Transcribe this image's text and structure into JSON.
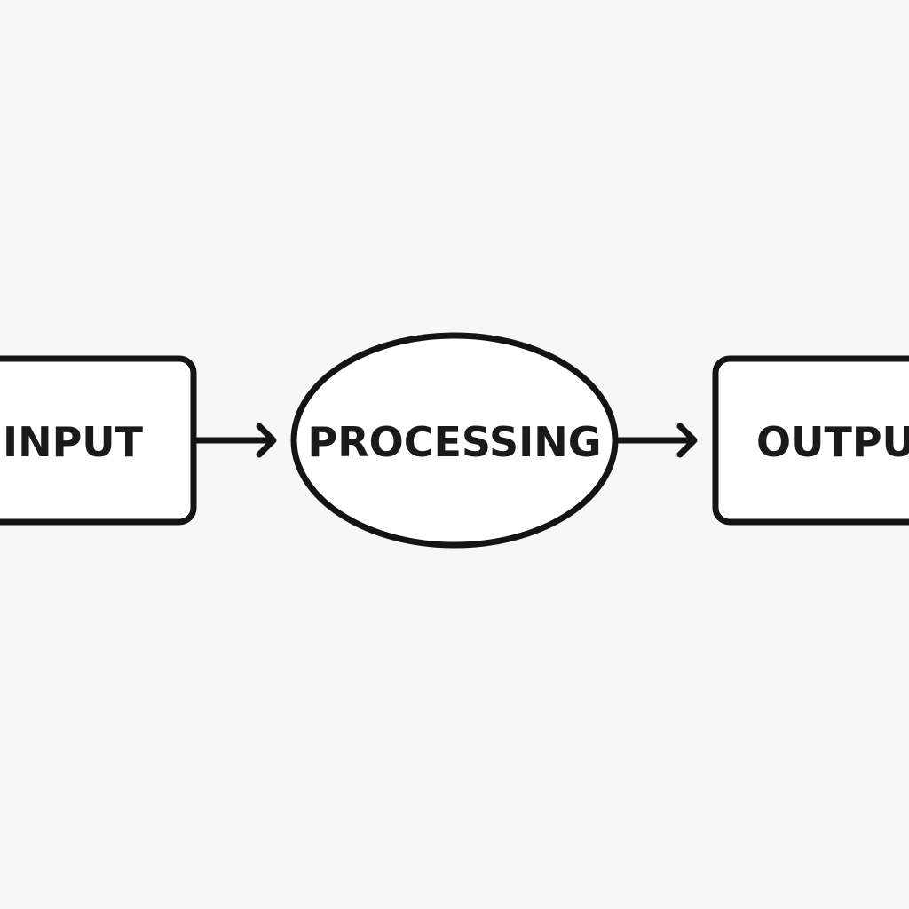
{
  "nodes": [
    {
      "id": "input",
      "label": "INPUT",
      "shape": "rounded-rectangle"
    },
    {
      "id": "processing",
      "label": "PROCESSING",
      "shape": "ellipse"
    },
    {
      "id": "output",
      "label": "OUTPU",
      "shape": "rounded-rectangle"
    }
  ],
  "edges": [
    {
      "from": "input",
      "to": "processing"
    },
    {
      "from": "processing",
      "to": "output"
    }
  ],
  "colors": {
    "background": "#f7f7f7",
    "stroke": "#141414",
    "fill": "#ffffff",
    "text": "#1a1a1a"
  }
}
